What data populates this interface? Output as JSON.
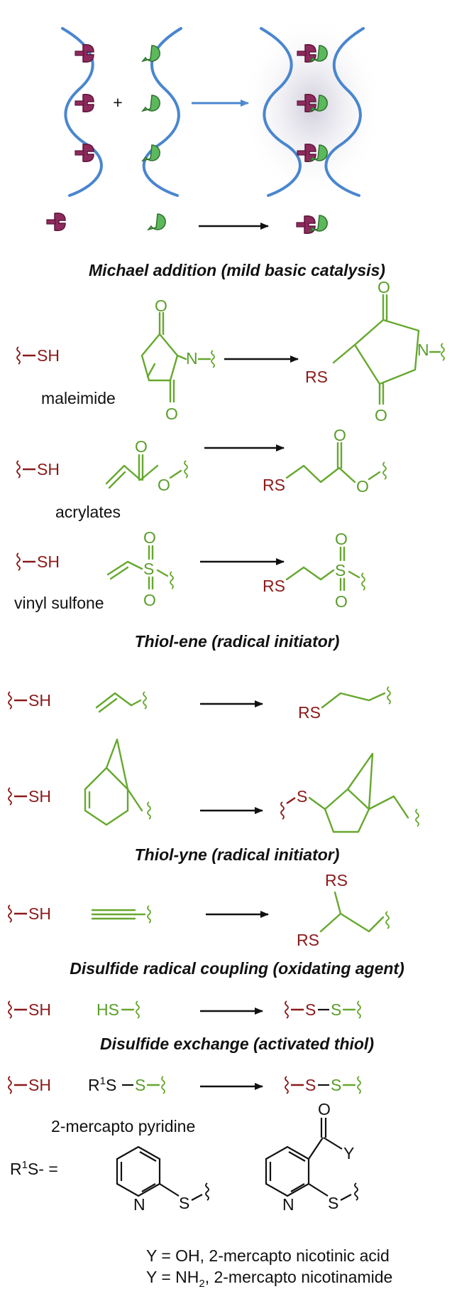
{
  "sections": {
    "michael": "Michael addition (mild basic catalysis)",
    "thiol_ene": "Thiol-ene (radical initiator)",
    "thiol_yne": "Thiol-yne (radical initiator)",
    "disulfide_radical": "Disulfide radical coupling (oxidating agent)",
    "disulfide_exchange": "Disulfide exchange (activated thiol)"
  },
  "groups": {
    "sh": "SH",
    "rs": "RS",
    "hs": "HS",
    "s": "S",
    "n": "N",
    "o": "O",
    "y": "Y",
    "plus": "+"
  },
  "labels": {
    "maleimide": "maleimide",
    "acrylates": "acrylates",
    "vinyl_sulfone": "vinyl sulfone",
    "mercapto_pyridine": "2-mercapto pyridine",
    "r1s_prefix": "R",
    "r1s_sup": "1",
    "r1s_suffix": "S",
    "r1s_def": "S- =",
    "y_oh": "Y = OH, 2-mercapto nicotinic acid",
    "y_nh2_a": "Y = NH",
    "y_nh2_sub": "2",
    "y_nh2_b": ", 2-mercapto nicotinamide"
  },
  "colors": {
    "thiol": "#8b1a1a",
    "partner": "#66a82e",
    "chain": "#4a86cf",
    "arrow": "#111111"
  }
}
